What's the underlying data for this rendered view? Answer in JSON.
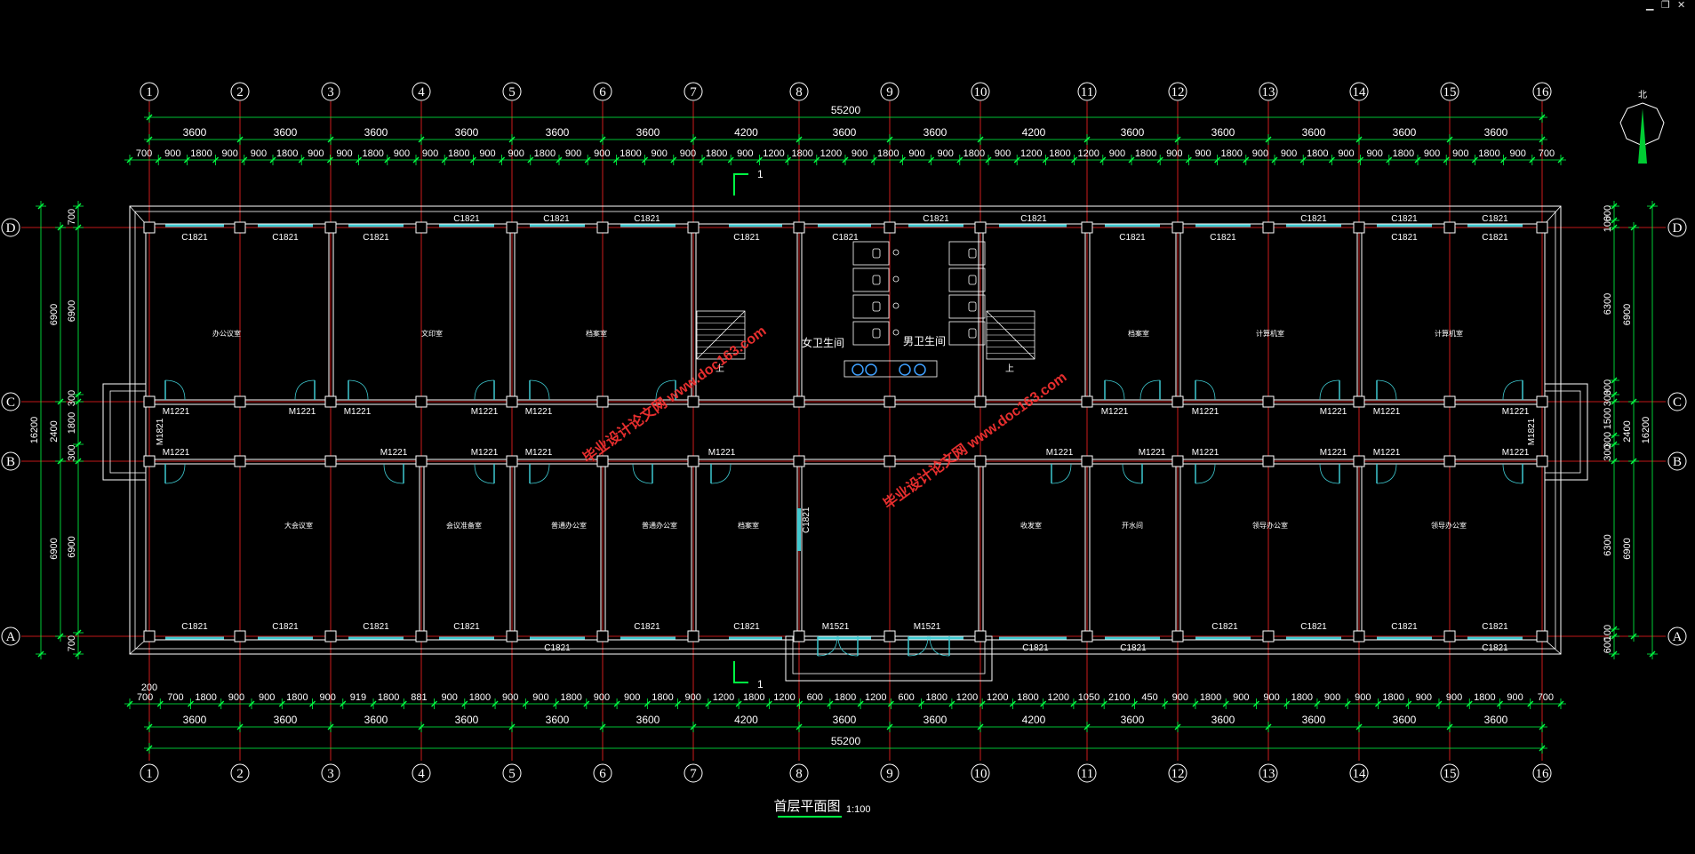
{
  "window": {
    "minimize": "▁",
    "restore": "❐",
    "close": "✕"
  },
  "compass": {
    "label": "北"
  },
  "axes": {
    "columns": [
      "1",
      "2",
      "3",
      "4",
      "5",
      "6",
      "7",
      "8",
      "9",
      "10",
      "11",
      "12",
      "13",
      "14",
      "15",
      "16"
    ],
    "rows": [
      "D",
      "C",
      "B",
      "A"
    ]
  },
  "dims_top": {
    "total": "55200",
    "bays": [
      "3600",
      "3600",
      "3600",
      "3600",
      "3600",
      "3600",
      "4200",
      "3600",
      "3600",
      "4200",
      "3600",
      "3600",
      "3600",
      "3600",
      "3600"
    ],
    "detail": [
      "700",
      "900",
      "1800",
      "900",
      "900",
      "1800",
      "900",
      "900",
      "1800",
      "900",
      "900",
      "1800",
      "900",
      "900",
      "1800",
      "900",
      "900",
      "1800",
      "900",
      "900",
      "1800",
      "900",
      "1200",
      "1800",
      "1200",
      "900",
      "1800",
      "900",
      "900",
      "1800",
      "900",
      "1200",
      "1800",
      "1200",
      "900",
      "1800",
      "900",
      "900",
      "1800",
      "900",
      "900",
      "1800",
      "900",
      "900",
      "1800",
      "900",
      "900",
      "1800",
      "900",
      "700"
    ]
  },
  "dims_bottom": {
    "total": "55200",
    "bays": [
      "3600",
      "3600",
      "3600",
      "3600",
      "3600",
      "3600",
      "4200",
      "3600",
      "3600",
      "4200",
      "3600",
      "3600",
      "3600",
      "3600",
      "3600"
    ],
    "extra": "200",
    "detail": [
      "700",
      "700",
      "1800",
      "900",
      "900",
      "1800",
      "900",
      "919",
      "1800",
      "881",
      "900",
      "1800",
      "900",
      "900",
      "1800",
      "900",
      "900",
      "1800",
      "900",
      "1200",
      "1800",
      "1200",
      "600",
      "1800",
      "1200",
      "600",
      "1800",
      "1200",
      "1200",
      "1800",
      "1200",
      "1050",
      "2100",
      "450",
      "900",
      "1800",
      "900",
      "900",
      "1800",
      "900",
      "900",
      "1800",
      "900",
      "900",
      "1800",
      "900",
      "700"
    ]
  },
  "dims_left": {
    "outer": "16200",
    "inner": [
      "700",
      "6900",
      "300",
      "1800",
      "300",
      "6900",
      "700"
    ],
    "mid": [
      "6900",
      "2400",
      "6900"
    ]
  },
  "dims_right": {
    "outer": "16200",
    "inner": [
      "600",
      "100",
      "6300",
      "300",
      "300",
      "1500",
      "300",
      "300",
      "6300",
      "100",
      "600"
    ],
    "mid": [
      "6900",
      "2400",
      "6900"
    ]
  },
  "windows_top_outer": [
    "C1821",
    "C1821",
    "C1821",
    "C1821",
    "C1821",
    "C1821",
    "C1821"
  ],
  "windows_top_inner": [
    "C1821",
    "C1821",
    "C1821",
    "C1821",
    "C1821",
    "C1821",
    "C1821",
    "C1821",
    "C1821",
    "C1821"
  ],
  "windows_bottom": [
    "C1821",
    "C1821",
    "C1821",
    "C1821",
    "C1821",
    "C1821",
    "C1821",
    "C1821",
    "C1821",
    "C1821",
    "C1821"
  ],
  "windows_bottom_outer": [
    "C1821",
    "C1821",
    "C1821",
    "C1821"
  ],
  "doors": {
    "m1221": "M1221",
    "m1821": "M1821",
    "m1521": "M1521",
    "c1821_side": "C1821"
  },
  "rooms_top": [
    "办公议室",
    "文印室",
    "档案室",
    "档案室",
    "计算机室",
    "计算机室"
  ],
  "rooms_bottom": [
    "大会议室",
    "会议准备室",
    "普通办公室",
    "普通办公室",
    "档案室",
    "收发室",
    "开水间",
    "领导办公室",
    "领导办公室"
  ],
  "toilets": {
    "women": "女卫生间",
    "men": "男卫生间"
  },
  "stair_label": "上",
  "section_mark": "1",
  "watermark": "毕业设计论文网 www.doc163.com",
  "title": {
    "main": "首层平面图",
    "scale": "1:100"
  }
}
